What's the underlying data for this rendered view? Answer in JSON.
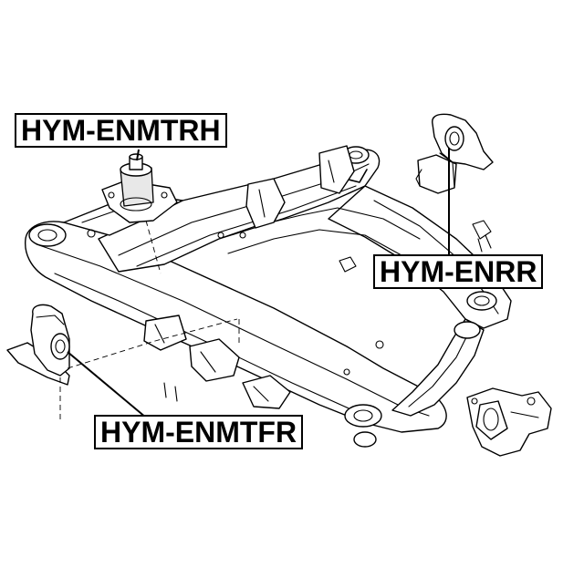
{
  "labels": {
    "rear_mount": "HYM-ENMTRH",
    "right_mount": "HYM-ENRR",
    "front_mount": "HYM-ENMTFR"
  }
}
